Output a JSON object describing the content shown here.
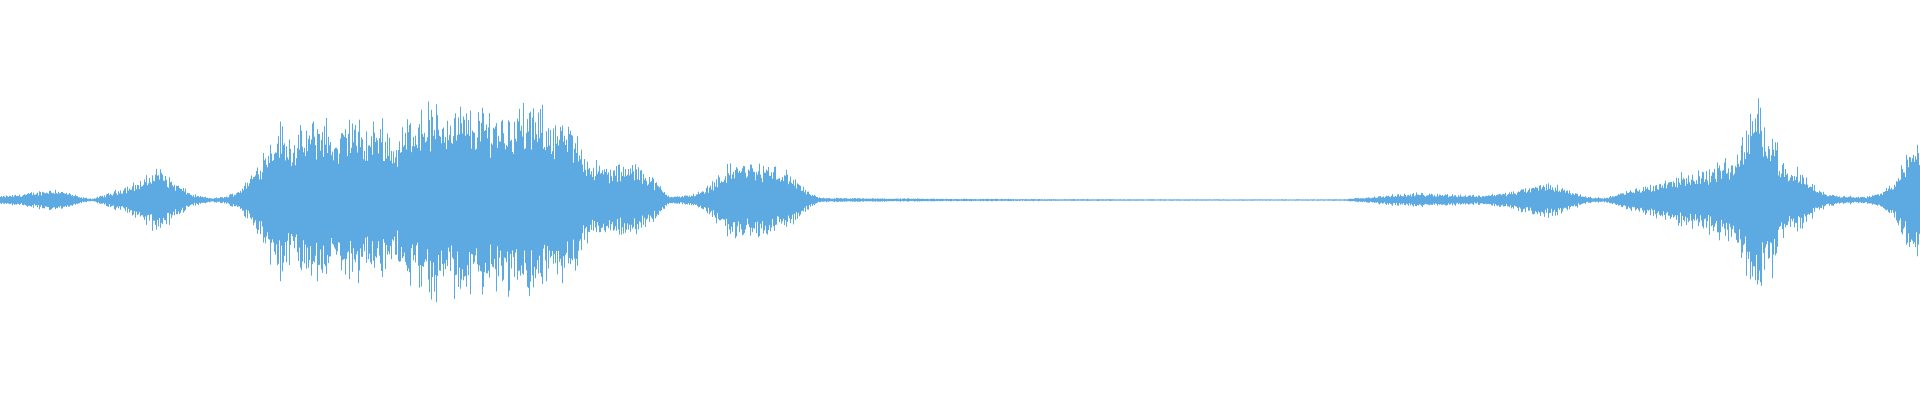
{
  "waveform": {
    "color": "#5DA9E1",
    "background": "#FFFFFF",
    "amplitude_range": [
      -1,
      1
    ],
    "duration_fraction_points": [
      [
        0.0,
        0.04
      ],
      [
        0.01,
        0.06
      ],
      [
        0.02,
        0.09
      ],
      [
        0.028,
        0.12
      ],
      [
        0.035,
        0.08
      ],
      [
        0.042,
        0.03
      ],
      [
        0.048,
        0.015
      ],
      [
        0.055,
        0.06
      ],
      [
        0.065,
        0.14
      ],
      [
        0.075,
        0.22
      ],
      [
        0.082,
        0.35
      ],
      [
        0.09,
        0.2
      ],
      [
        0.1,
        0.06
      ],
      [
        0.11,
        0.02
      ],
      [
        0.118,
        0.04
      ],
      [
        0.125,
        0.12
      ],
      [
        0.132,
        0.3
      ],
      [
        0.138,
        0.55
      ],
      [
        0.145,
        0.8
      ],
      [
        0.152,
        0.65
      ],
      [
        0.16,
        0.75
      ],
      [
        0.168,
        0.88
      ],
      [
        0.175,
        0.62
      ],
      [
        0.182,
        0.9
      ],
      [
        0.19,
        0.7
      ],
      [
        0.198,
        0.85
      ],
      [
        0.206,
        0.6
      ],
      [
        0.214,
        0.92
      ],
      [
        0.222,
        0.98
      ],
      [
        0.23,
        0.94
      ],
      [
        0.238,
        0.96
      ],
      [
        0.246,
        0.92
      ],
      [
        0.254,
        0.95
      ],
      [
        0.262,
        0.9
      ],
      [
        0.27,
        0.97
      ],
      [
        0.278,
        0.93
      ],
      [
        0.286,
        0.88
      ],
      [
        0.294,
        0.78
      ],
      [
        0.3,
        0.7
      ],
      [
        0.306,
        0.45
      ],
      [
        0.312,
        0.36
      ],
      [
        0.32,
        0.34
      ],
      [
        0.328,
        0.38
      ],
      [
        0.336,
        0.32
      ],
      [
        0.342,
        0.18
      ],
      [
        0.348,
        0.05
      ],
      [
        0.354,
        0.04
      ],
      [
        0.36,
        0.06
      ],
      [
        0.366,
        0.1
      ],
      [
        0.372,
        0.22
      ],
      [
        0.378,
        0.34
      ],
      [
        0.385,
        0.4
      ],
      [
        0.392,
        0.38
      ],
      [
        0.4,
        0.36
      ],
      [
        0.408,
        0.32
      ],
      [
        0.414,
        0.22
      ],
      [
        0.42,
        0.1
      ],
      [
        0.426,
        0.025
      ],
      [
        0.44,
        0.02
      ],
      [
        0.48,
        0.015
      ],
      [
        0.52,
        0.012
      ],
      [
        0.56,
        0.01
      ],
      [
        0.6,
        0.008
      ],
      [
        0.64,
        0.006
      ],
      [
        0.68,
        0.006
      ],
      [
        0.7,
        0.01
      ],
      [
        0.715,
        0.035
      ],
      [
        0.725,
        0.055
      ],
      [
        0.74,
        0.075
      ],
      [
        0.755,
        0.06
      ],
      [
        0.77,
        0.05
      ],
      [
        0.785,
        0.08
      ],
      [
        0.795,
        0.13
      ],
      [
        0.805,
        0.18
      ],
      [
        0.812,
        0.15
      ],
      [
        0.82,
        0.08
      ],
      [
        0.828,
        0.03
      ],
      [
        0.836,
        0.025
      ],
      [
        0.845,
        0.08
      ],
      [
        0.855,
        0.14
      ],
      [
        0.865,
        0.2
      ],
      [
        0.875,
        0.26
      ],
      [
        0.885,
        0.3
      ],
      [
        0.893,
        0.34
      ],
      [
        0.898,
        0.45
      ],
      [
        0.903,
        0.38
      ],
      [
        0.908,
        0.7
      ],
      [
        0.912,
        0.88
      ],
      [
        0.916,
        1.0
      ],
      [
        0.92,
        0.82
      ],
      [
        0.924,
        0.7
      ],
      [
        0.928,
        0.38
      ],
      [
        0.932,
        0.26
      ],
      [
        0.936,
        0.33
      ],
      [
        0.94,
        0.26
      ],
      [
        0.946,
        0.12
      ],
      [
        0.952,
        0.07
      ],
      [
        0.958,
        0.05
      ],
      [
        0.965,
        0.04
      ],
      [
        0.972,
        0.035
      ],
      [
        0.98,
        0.08
      ],
      [
        0.988,
        0.26
      ],
      [
        0.994,
        0.5
      ],
      [
        1.0,
        0.7
      ]
    ]
  }
}
